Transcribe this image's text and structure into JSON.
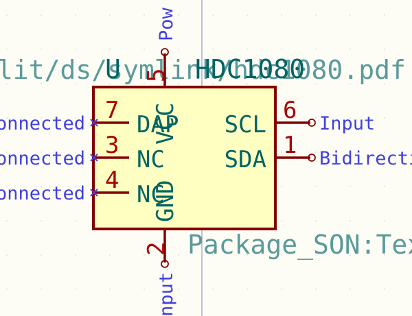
{
  "component": {
    "reference": "U",
    "value": "HDC1080",
    "datasheet": "lit/ds/symlink/hdc1080.pdf",
    "footprint": "Package_SON:Tex"
  },
  "pins": [
    {
      "number": "5",
      "name": "VCC",
      "type": "Pow",
      "side": "top"
    },
    {
      "number": "2",
      "name": "GND",
      "type": "nput",
      "side": "bottom"
    },
    {
      "number": "7",
      "name": "DAP",
      "type": "onnected",
      "side": "left"
    },
    {
      "number": "3",
      "name": "NC",
      "type": "onnected",
      "side": "left"
    },
    {
      "number": "4",
      "name": "NC",
      "type": "onnected",
      "side": "left"
    },
    {
      "number": "6",
      "name": "SCL",
      "type": "Input",
      "side": "right"
    },
    {
      "number": "1",
      "name": "SDA",
      "type": "Bidirectio",
      "side": "right"
    }
  ],
  "colors": {
    "background": "#fdfcf5",
    "body_fill": "#ffffc2",
    "body_stroke": "#840000",
    "pin_line": "#840000",
    "pin_number": "#a90000",
    "pin_name": "#006464",
    "field_text": "#006464",
    "field_text_faint": "#5a9a9a",
    "electrical_type": "#4040e0",
    "no_connect": "#4040e0",
    "guide_line": "#8484c8"
  }
}
